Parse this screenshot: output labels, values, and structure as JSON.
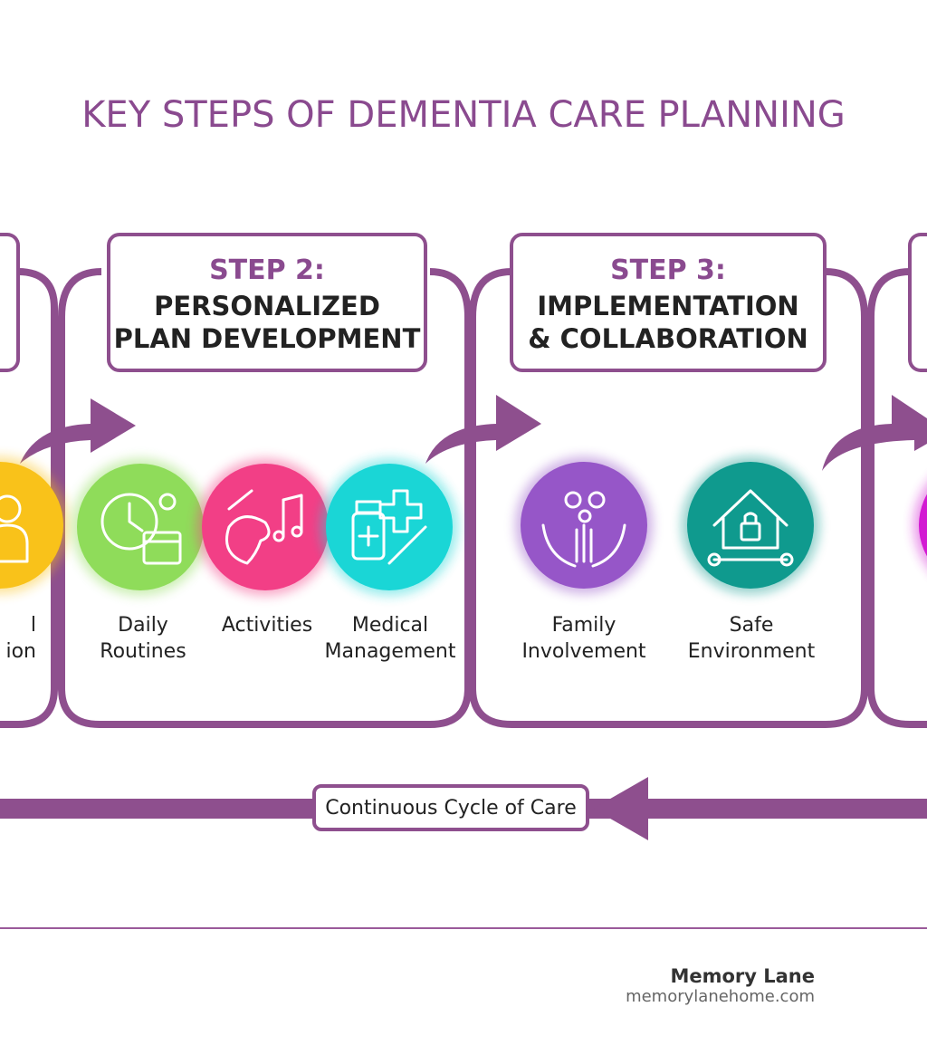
{
  "title": "KEY STEPS OF DEMENTIA CARE PLANNING",
  "accent_color": "#8e4f8e",
  "steps": [
    {
      "step": "STEP 2:",
      "name_line1": "PERSONALIZED",
      "name_line2": "PLAN DEVELOPMENT"
    },
    {
      "step": "STEP 3:",
      "name_line1": "IMPLEMENTATION",
      "name_line2": "& COLLABORATION"
    }
  ],
  "items": [
    {
      "line1": "l",
      "line2": "ion",
      "color": "#f9c21a",
      "icon": "person-icon"
    },
    {
      "line1": "Daily",
      "line2": "Routines",
      "color": "#8fdc5a",
      "icon": "clock-calendar-icon"
    },
    {
      "line1": "Activities",
      "line2": "",
      "color": "#f23f86",
      "icon": "palette-music-icon"
    },
    {
      "line1": "Medical",
      "line2": "Management",
      "color": "#1ad6d6",
      "icon": "medicine-icon"
    },
    {
      "line1": "Family",
      "line2": "Involvement",
      "color": "#9656c8",
      "icon": "family-hands-icon"
    },
    {
      "line1": "Safe",
      "line2": "Environment",
      "color": "#0f9a8e",
      "icon": "house-lock-icon"
    },
    {
      "line1": "",
      "line2": "",
      "color": "#d21ad2",
      "icon": "circle-icon"
    }
  ],
  "cycle_label": "Continuous Cycle of Care",
  "footer": {
    "brand": "Memory Lane",
    "url": "memorylanehome.com"
  }
}
